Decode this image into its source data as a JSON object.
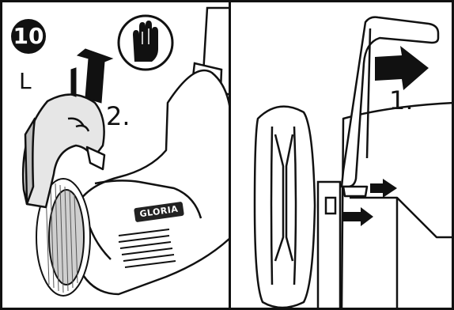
{
  "left_panel": {
    "step_number": "10",
    "label_l": "L",
    "step_label": "2.",
    "brand": "GLORIA",
    "icons": [
      "glove-icon",
      "arrow-up-icon"
    ]
  },
  "right_panel": {
    "step_label": "1.",
    "icons": [
      "hex-key-icon",
      "arrow-right-icon"
    ]
  },
  "colors": {
    "line": "#111111",
    "background": "#ffffff",
    "badge": "#111111"
  }
}
